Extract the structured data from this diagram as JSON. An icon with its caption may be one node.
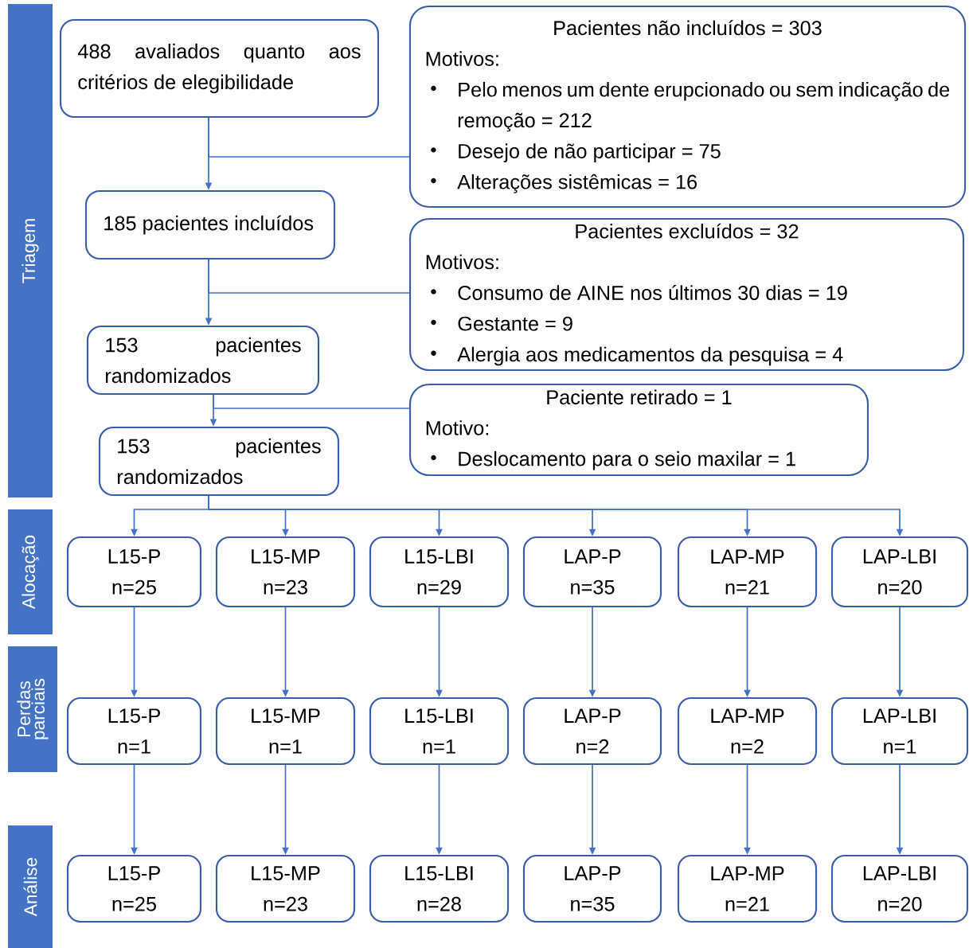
{
  "diagram": {
    "nodes": [
      {
        "text": [
          "Triagem"
        ]
      },
      {
        "text": [
          "Alocação"
        ]
      },
      {
        "text": [
          "Perdas parciais"
        ]
      },
      {
        "text": [
          "Análise"
        ]
      },
      {
        "text": [
          "488 avaliados quanto aos critérios de elegibilidade"
        ]
      },
      {
        "text": [
          "Pacientes não incluídos = 303",
          "Motivos:",
          "Pelo menos um dente erupcionado ou sem indicação de remoção = 212",
          "Desejo de não participar = 75",
          "Alterações sistêmicas = 16"
        ]
      },
      {
        "text": [
          "185 pacientes incluídos"
        ]
      },
      {
        "text": [
          "Pacientes excluídos = 32",
          "Motivos:",
          "Consumo de AINE nos últimos 30 dias = 19",
          "Gestante = 9",
          "Alergia aos medicamentos da pesquisa = 4"
        ]
      },
      {
        "text": [
          "153 pacientes randomizados"
        ]
      },
      {
        "text": [
          "Paciente retirado = 1",
          "Motivo:",
          "Deslocamento para o seio maxilar = 1"
        ]
      },
      {
        "text": [
          "153 pacientes randomizados"
        ]
      },
      {
        "text": [
          "L15-P",
          "n=25"
        ]
      },
      {
        "text": [
          "L15-MP",
          "n=23"
        ]
      },
      {
        "text": [
          "L15-LBI",
          "n=29"
        ]
      },
      {
        "text": [
          "LAP-P",
          "n=35"
        ]
      },
      {
        "text": [
          "LAP-MP",
          "n=21"
        ]
      },
      {
        "text": [
          "LAP-LBI",
          "n=20"
        ]
      },
      {
        "text": [
          "L15-P",
          "n=1"
        ]
      },
      {
        "text": [
          "L15-MP",
          "n=1"
        ]
      },
      {
        "text": [
          "L15-LBI",
          "n=1"
        ]
      },
      {
        "text": [
          "LAP-P",
          "n=2"
        ]
      },
      {
        "text": [
          "LAP-MP",
          "n=2"
        ]
      },
      {
        "text": [
          "LAP-LBI",
          "n=1"
        ]
      },
      {
        "text": [
          "L15-P",
          "n=25"
        ]
      },
      {
        "text": [
          "L15-MP",
          "n=23"
        ]
      },
      {
        "text": [
          "L15-LBI",
          "n=28"
        ]
      },
      {
        "text": [
          "LAP-P",
          "n=35"
        ]
      },
      {
        "text": [
          "LAP-MP",
          "n=21"
        ]
      },
      {
        "text": [
          "LAP-LBI",
          "n=20"
        ]
      }
    ],
    "edges": [
      {
        "from": 4,
        "to": 6,
        "arrow": "to"
      },
      {
        "from": 4,
        "to": 5,
        "arrow": "none"
      },
      {
        "from": 6,
        "to": 8,
        "arrow": "to"
      },
      {
        "from": 6,
        "to": 7,
        "arrow": "none"
      },
      {
        "from": 8,
        "to": 10,
        "arrow": "to"
      },
      {
        "from": 8,
        "to": 9,
        "arrow": "none"
      },
      {
        "from": 10,
        "to": 11,
        "arrow": "to"
      },
      {
        "from": 10,
        "to": 12,
        "arrow": "to"
      },
      {
        "from": 10,
        "to": 13,
        "arrow": "to"
      },
      {
        "from": 10,
        "to": 14,
        "arrow": "to"
      },
      {
        "from": 10,
        "to": 15,
        "arrow": "to"
      },
      {
        "from": 10,
        "to": 16,
        "arrow": "to"
      },
      {
        "from": 11,
        "to": 17,
        "arrow": "to"
      },
      {
        "from": 12,
        "to": 18,
        "arrow": "to"
      },
      {
        "from": 13,
        "to": 19,
        "arrow": "to"
      },
      {
        "from": 14,
        "to": 20,
        "arrow": "to"
      },
      {
        "from": 15,
        "to": 21,
        "arrow": "to"
      },
      {
        "from": 16,
        "to": 22,
        "arrow": "to"
      },
      {
        "from": 17,
        "to": 23,
        "arrow": "to"
      },
      {
        "from": 18,
        "to": 24,
        "arrow": "to"
      },
      {
        "from": 19,
        "to": 25,
        "arrow": "to"
      },
      {
        "from": 20,
        "to": 26,
        "arrow": "to"
      },
      {
        "from": 21,
        "to": 27,
        "arrow": "to"
      },
      {
        "from": 22,
        "to": 28,
        "arrow": "to"
      }
    ]
  }
}
